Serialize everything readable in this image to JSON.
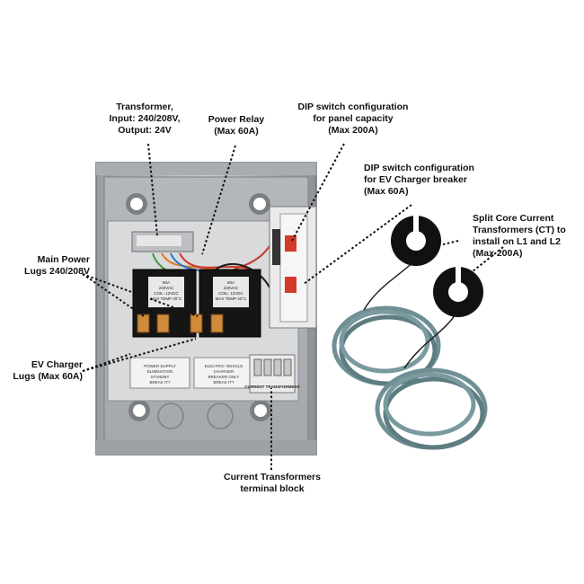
{
  "callouts": {
    "transformer": [
      "Transformer,",
      "Input: 240/208V,",
      "Output: 24V"
    ],
    "power_relay": [
      "Power Relay",
      "(Max 60A)"
    ],
    "dip_panel": [
      "DIP switch configuration",
      "for panel capacity",
      "(Max 200A)"
    ],
    "dip_ev": [
      "DIP switch configuration",
      "for EV Charger breaker",
      "(Max 60A)"
    ],
    "main_power": [
      "Main Power",
      "Lugs 240/208V"
    ],
    "split_core": [
      "Split Core Current",
      "Transformers (CT) to",
      "install on L1 and L2",
      "(Max 200A)"
    ],
    "ev_charger": [
      "EV Charger",
      "Lugs (Max 60A)"
    ],
    "ct_terminal": [
      "Current Transformers",
      "terminal block"
    ]
  },
  "device_labels": {
    "relay_text": [
      "60A",
      "240VAC",
      "COIL: 12VDC",
      "MAX TEMP 40°C"
    ],
    "relay2_text": [
      "60A",
      "240VAC",
      "COIL: 12VDC",
      "MAX TEMP 40°C"
    ],
    "ct_block_label": "CURRENT TRANSFORMERS",
    "info_left": [
      "POWER SUPPLY",
      "ELIMINATION",
      "STANDBY",
      "BREAK IT?"
    ],
    "info_right": [
      "ELECTRIC VEHICLE",
      "CHARGER",
      "BREAKER ONLY",
      "BREAK IT?"
    ]
  }
}
